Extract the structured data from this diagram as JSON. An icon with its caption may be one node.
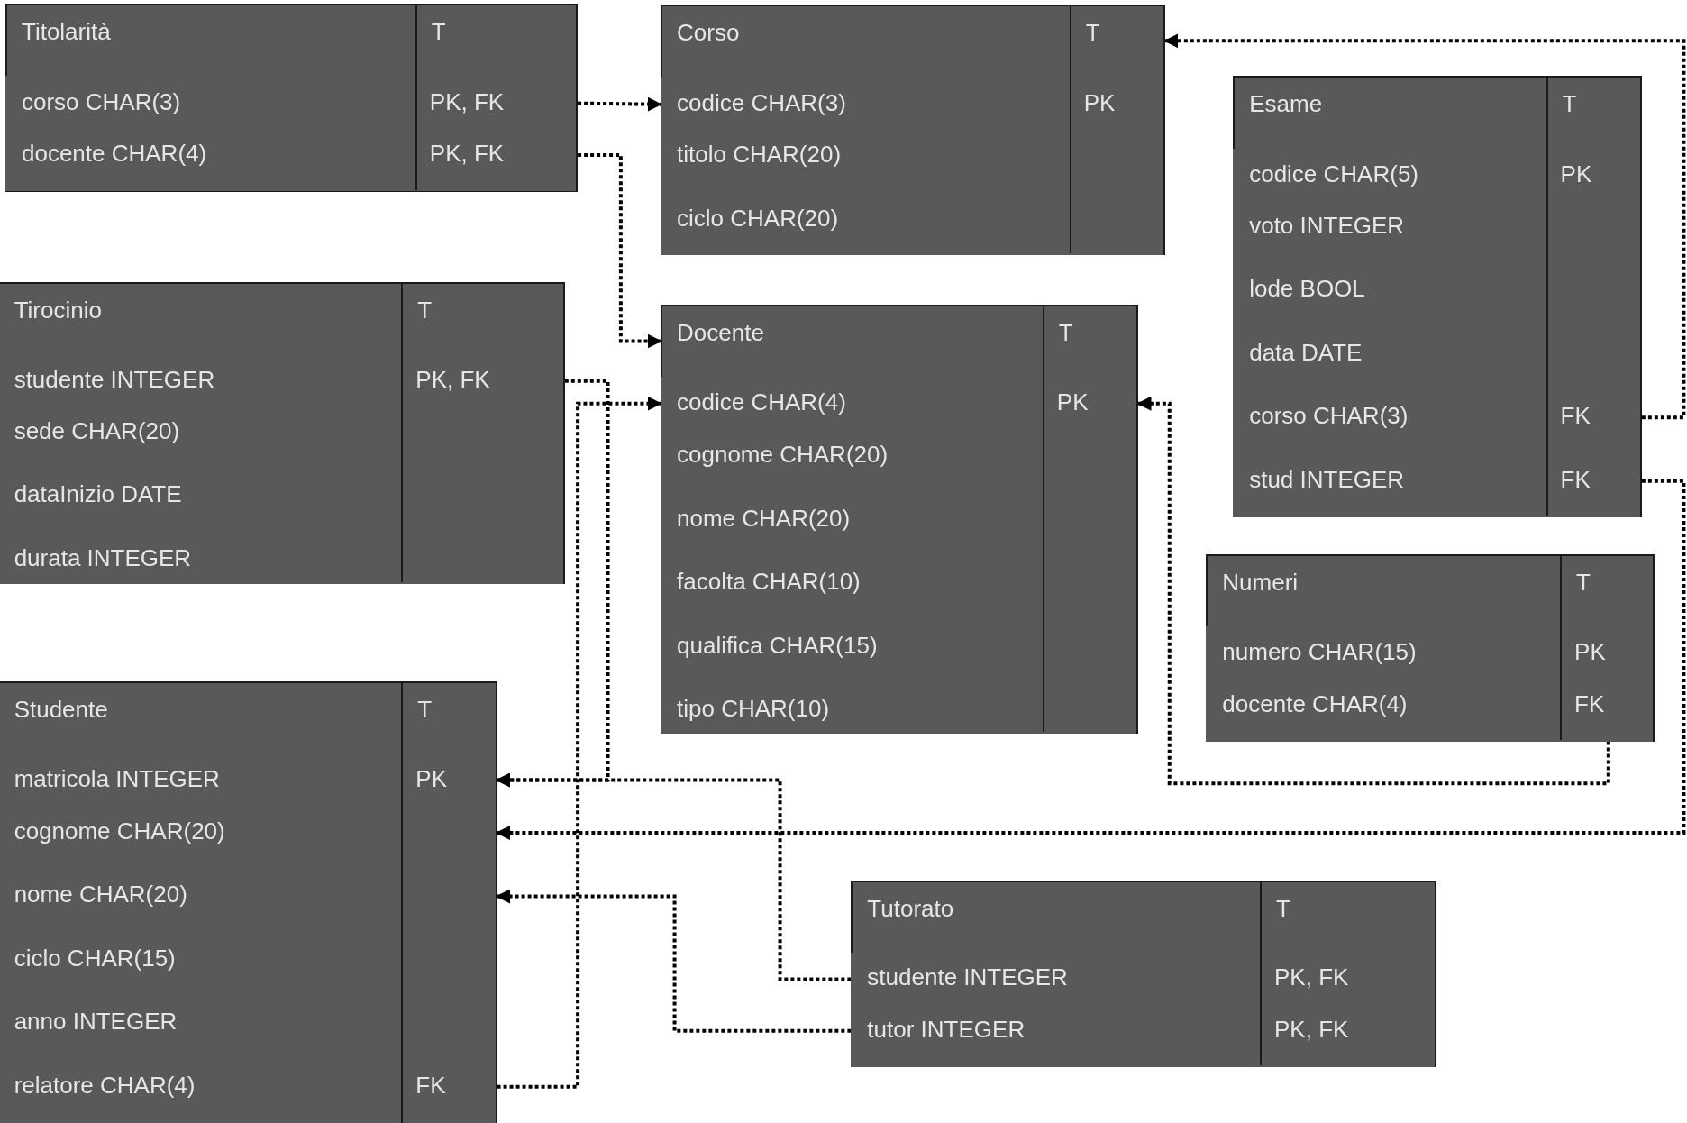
{
  "diagram": {
    "nodes": [
      {
        "text": [
          "Titolarità",
          "T"
        ]
      },
      {
        "text": [
          "corso CHAR(3)",
          "PK, FK"
        ],
        "in": 0
      },
      {
        "text": [
          "docente CHAR(4)",
          "PK, FK"
        ],
        "in": 0
      },
      {
        "text": [
          "Corso",
          "T"
        ]
      },
      {
        "text": [
          "codice CHAR(3)",
          "PK"
        ],
        "in": 3
      },
      {
        "text": [
          "titolo CHAR(20)"
        ],
        "in": 3
      },
      {
        "text": [
          "ciclo CHAR(20)"
        ],
        "in": 3
      },
      {
        "text": [
          "Esame",
          "T"
        ]
      },
      {
        "text": [
          "codice CHAR(5)",
          "PK"
        ],
        "in": 7
      },
      {
        "text": [
          "voto INTEGER"
        ],
        "in": 7
      },
      {
        "text": [
          "lode BOOL"
        ],
        "in": 7
      },
      {
        "text": [
          "data DATE"
        ],
        "in": 7
      },
      {
        "text": [
          "corso CHAR(3)",
          "FK"
        ],
        "in": 7
      },
      {
        "text": [
          "stud INTEGER",
          "FK"
        ],
        "in": 7
      },
      {
        "text": [
          "Tirocinio",
          "T"
        ]
      },
      {
        "text": [
          "studente INTEGER",
          "PK, FK"
        ],
        "in": 14
      },
      {
        "text": [
          "sede CHAR(20)"
        ],
        "in": 14
      },
      {
        "text": [
          "dataInizio DATE"
        ],
        "in": 14
      },
      {
        "text": [
          "durata INTEGER"
        ],
        "in": 14
      },
      {
        "text": [
          "Docente",
          "T"
        ]
      },
      {
        "text": [
          "codice CHAR(4)",
          "PK"
        ],
        "in": 19
      },
      {
        "text": [
          "cognome CHAR(20)"
        ],
        "in": 19
      },
      {
        "text": [
          "nome CHAR(20)"
        ],
        "in": 19
      },
      {
        "text": [
          "facolta CHAR(10)"
        ],
        "in": 19
      },
      {
        "text": [
          "qualifica CHAR(15)"
        ],
        "in": 19
      },
      {
        "text": [
          "tipo CHAR(10)"
        ],
        "in": 19
      },
      {
        "text": [
          "Numeri",
          "T"
        ]
      },
      {
        "text": [
          "numero CHAR(15)",
          "PK"
        ],
        "in": 26
      },
      {
        "text": [
          "docente CHAR(4)",
          "FK"
        ],
        "in": 26
      },
      {
        "text": [
          "Studente",
          "T"
        ]
      },
      {
        "text": [
          "matricola INTEGER",
          "PK"
        ],
        "in": 29
      },
      {
        "text": [
          "cognome CHAR(20)"
        ],
        "in": 29
      },
      {
        "text": [
          "nome CHAR(20)"
        ],
        "in": 29
      },
      {
        "text": [
          "ciclo CHAR(15)"
        ],
        "in": 29
      },
      {
        "text": [
          "anno INTEGER"
        ],
        "in": 29
      },
      {
        "text": [
          "relatore CHAR(4)",
          "FK"
        ],
        "in": 29
      },
      {
        "text": [
          "Tutorato",
          "T"
        ]
      },
      {
        "text": [
          "studente INTEGER",
          "PK, FK"
        ],
        "in": 36
      },
      {
        "text": [
          "tutor INTEGER",
          "PK, FK"
        ],
        "in": 36
      }
    ],
    "edges": [
      {
        "from": 1,
        "to": 4,
        "arrow": "to",
        "style": "dashed"
      },
      {
        "from": 2,
        "to": 19,
        "arrow": "to",
        "style": "dashed"
      },
      {
        "from": 15,
        "to": 30,
        "arrow": "to",
        "style": "dashed"
      },
      {
        "from": 35,
        "to": 20,
        "arrow": "to",
        "style": "dashed"
      },
      {
        "from": 12,
        "to": 3,
        "arrow": "to",
        "style": "dashed"
      },
      {
        "from": 13,
        "to": 31,
        "arrow": "to",
        "style": "dashed"
      },
      {
        "from": 28,
        "to": 20,
        "arrow": "to",
        "style": "dashed"
      },
      {
        "from": 37,
        "to": 30,
        "arrow": "to",
        "style": "dashed"
      },
      {
        "from": 38,
        "to": 32,
        "arrow": "to",
        "style": "dashed"
      }
    ]
  }
}
